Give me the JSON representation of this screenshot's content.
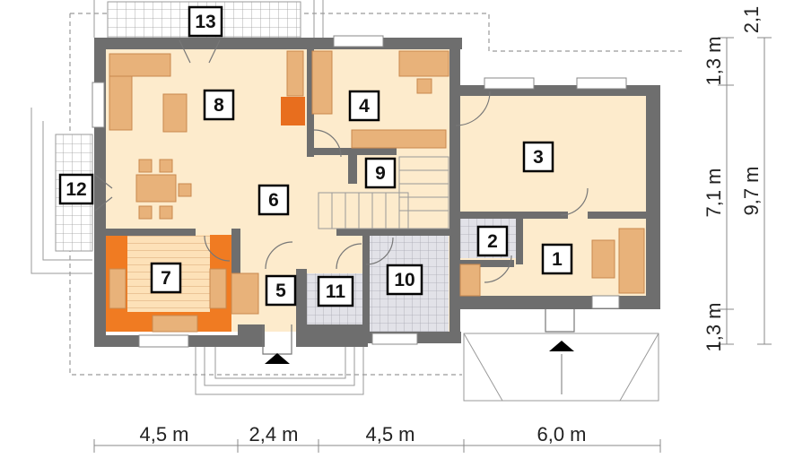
{
  "rooms": [
    {
      "num": "1"
    },
    {
      "num": "2"
    },
    {
      "num": "3"
    },
    {
      "num": "4"
    },
    {
      "num": "5"
    },
    {
      "num": "6"
    },
    {
      "num": "7"
    },
    {
      "num": "8"
    },
    {
      "num": "9"
    },
    {
      "num": "10"
    },
    {
      "num": "11"
    },
    {
      "num": "12"
    },
    {
      "num": "13"
    }
  ],
  "dimensions": {
    "bottom": [
      "4,5 m",
      "2,4 m",
      "4,5 m",
      "6,0 m"
    ],
    "right": [
      "1,3 m",
      "7,1 m",
      "1,3 m"
    ],
    "right_total": "9,7 m",
    "top_right": "2,1"
  },
  "colors": {
    "wall": "#6e6e6e",
    "floor": "#fdebcc",
    "sauna": "#f07b22",
    "furniture": "#e8b27a",
    "tile": "#d8d8de"
  }
}
